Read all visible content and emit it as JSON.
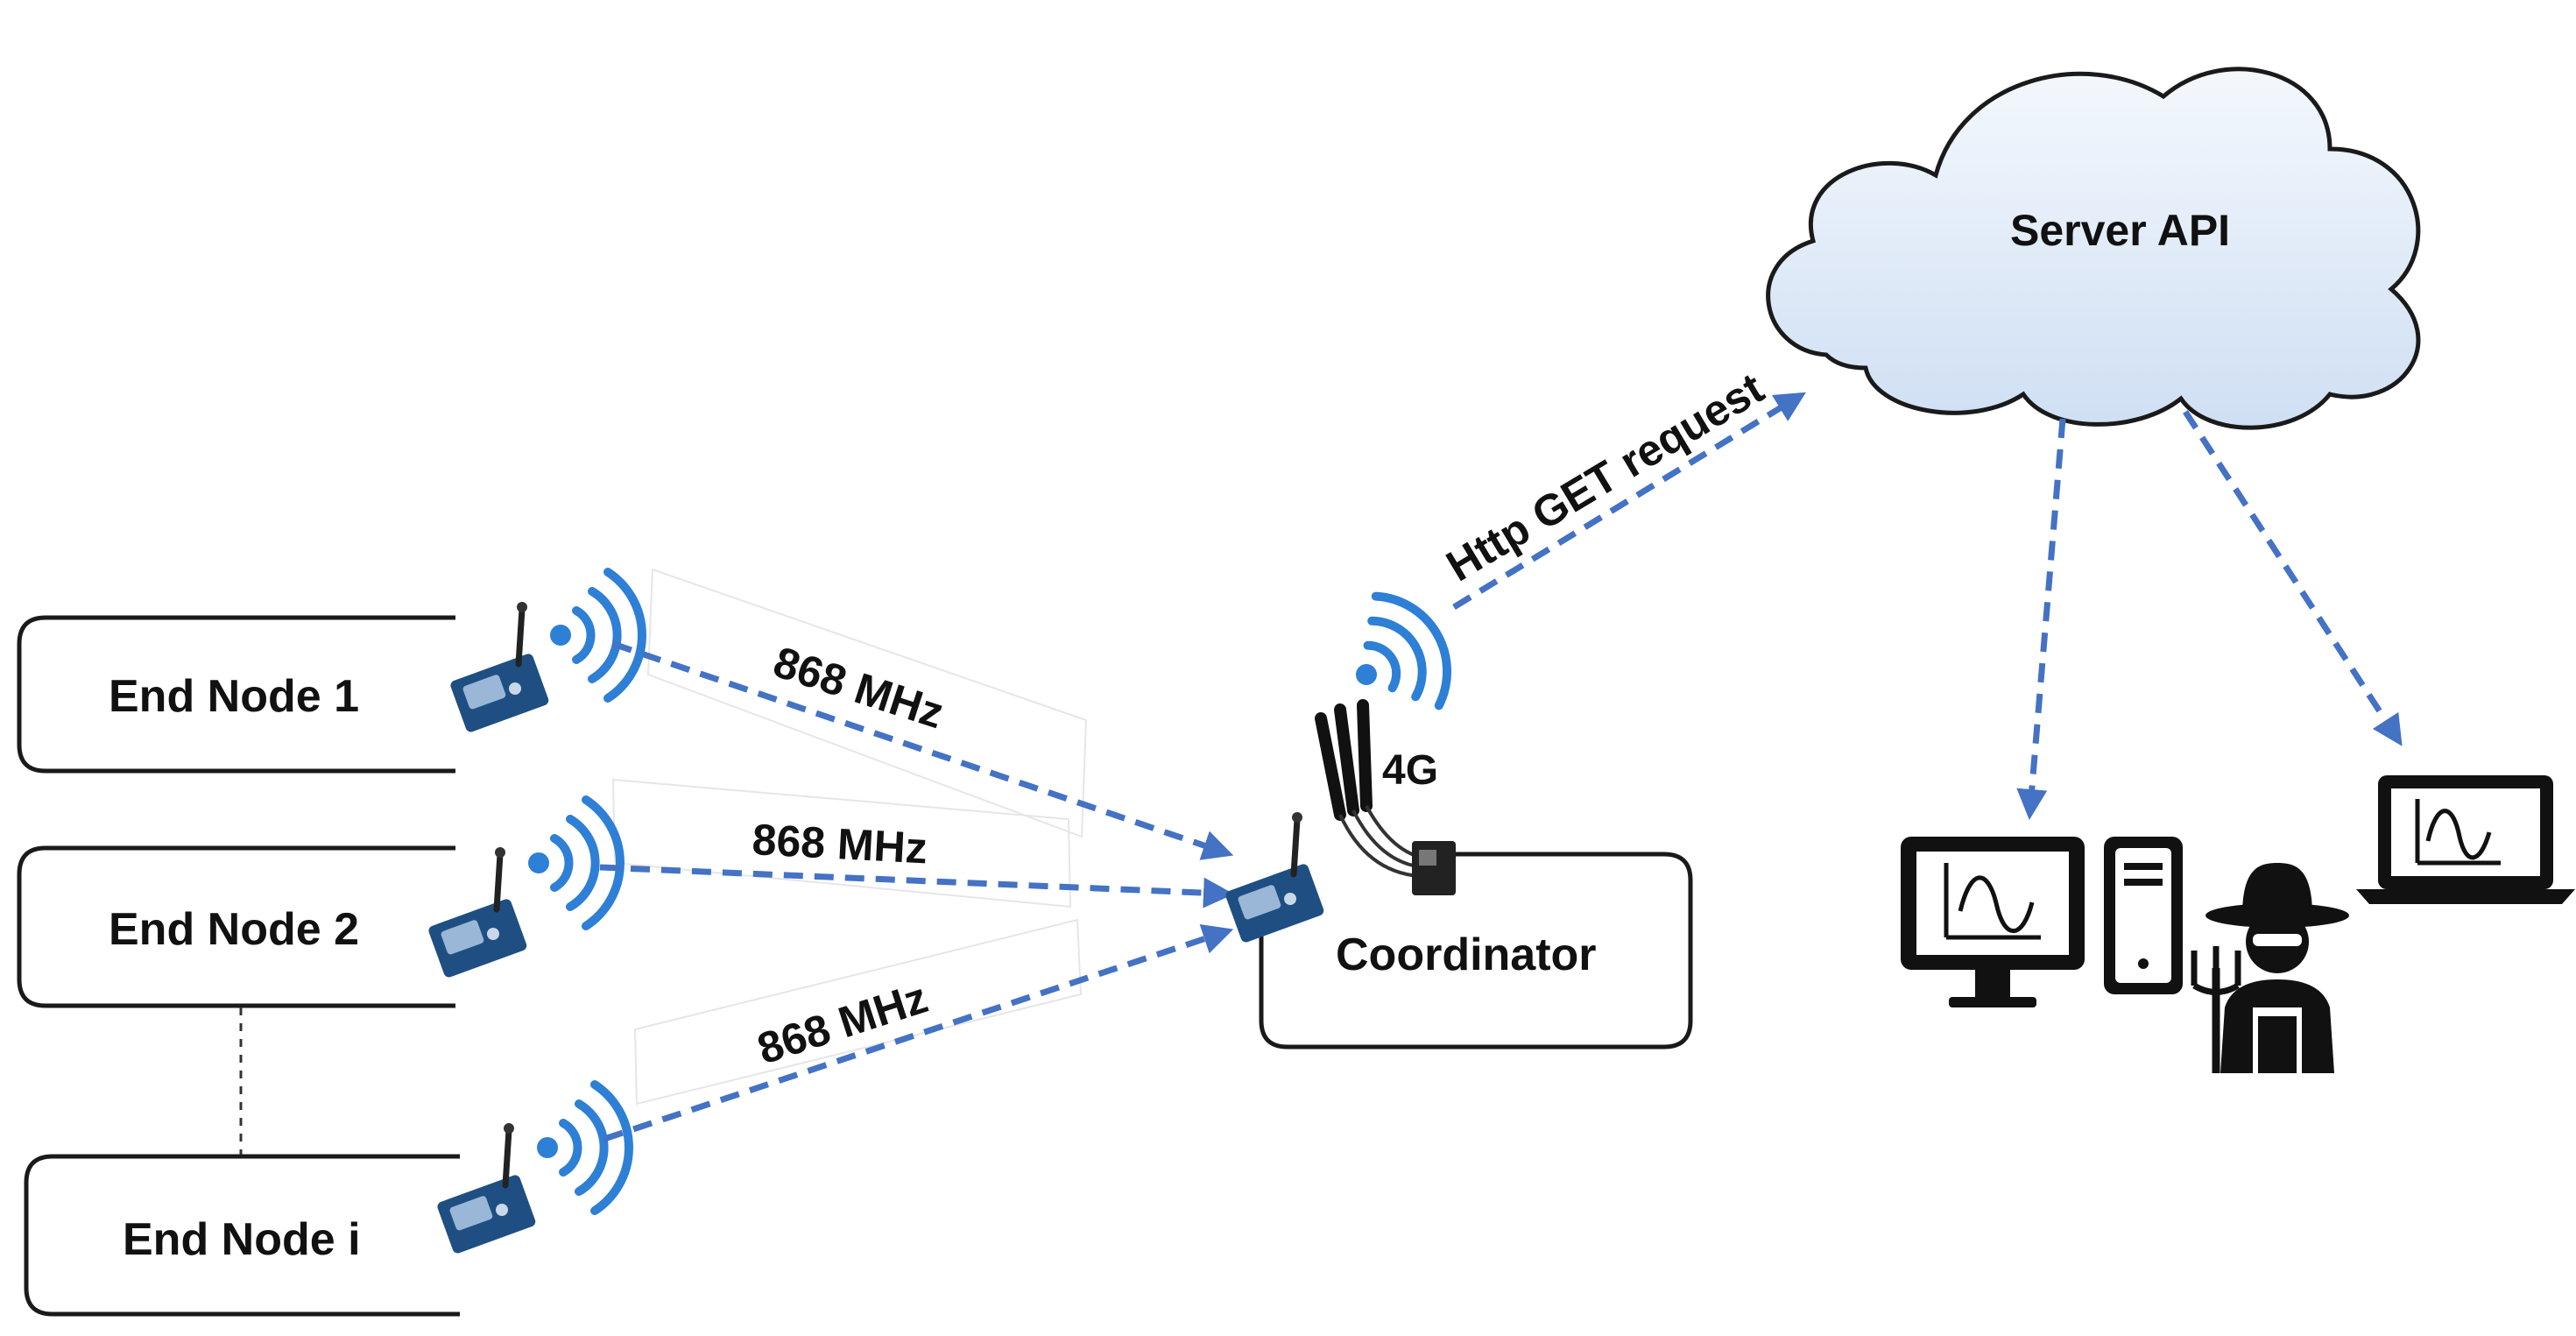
{
  "nodes": {
    "end1": "End Node 1",
    "end2": "End Node 2",
    "endi": "End Node i",
    "coordinator": "Coordinator"
  },
  "links": {
    "freq1": "868 MHz",
    "freq2": "868 MHz",
    "freq3": "868 MHz",
    "cellular": "4G",
    "http": "Http GET request"
  },
  "cloud": {
    "label": "Server API"
  },
  "colors": {
    "link": "#4472c4",
    "wifi": "#2e7fd6",
    "cloud_fill": "#dde8f6",
    "module": "#1f4f82"
  },
  "icons": [
    "xbee-module-icon",
    "wifi-signal-icon",
    "antenna-icon",
    "cloud-icon",
    "monitor-icon",
    "desktop-tower-icon",
    "farmer-icon",
    "pitchfork-icon",
    "laptop-icon"
  ]
}
